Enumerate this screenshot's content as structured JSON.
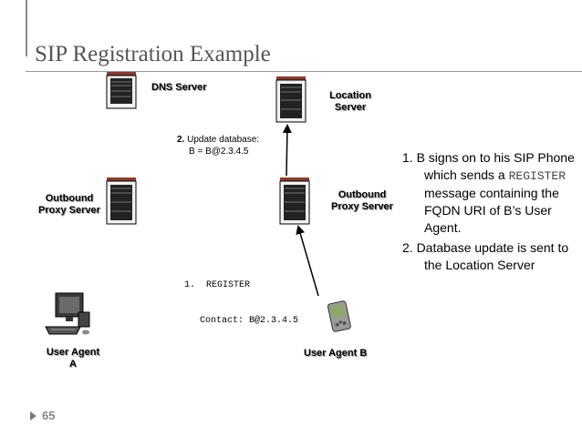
{
  "title": "SIP Registration Example",
  "nodes": {
    "dns_server": "DNS Server",
    "location_server": [
      "Location",
      "Server"
    ],
    "outbound_proxy_left": [
      "Outbound",
      "Proxy Server"
    ],
    "outbound_proxy_right": [
      "Outbound",
      "Proxy Server"
    ],
    "user_agent_a": [
      "User Agent",
      "A"
    ],
    "user_agent_b": "User Agent B"
  },
  "update_note": {
    "step": "2.",
    "text": " Update database:",
    "value": "B = B@2.3.4.5"
  },
  "register_note": {
    "line1": "1.  REGISTER",
    "line2": "Contact: B@2.3.4.5"
  },
  "steps": [
    {
      "pre": "1. B signs on to his SIP Phone which sends a ",
      "code": "REGISTER",
      "post": " message containing the FQDN URI of B’s User Agent."
    },
    {
      "pre": "2. Database update is sent to the Location Server",
      "code": "",
      "post": ""
    }
  ],
  "page_number": "65",
  "colors": {
    "title": "#555555",
    "server_cap": "#8b3a2a",
    "server_body": "#f2f2f2",
    "arrow": "#000000"
  }
}
